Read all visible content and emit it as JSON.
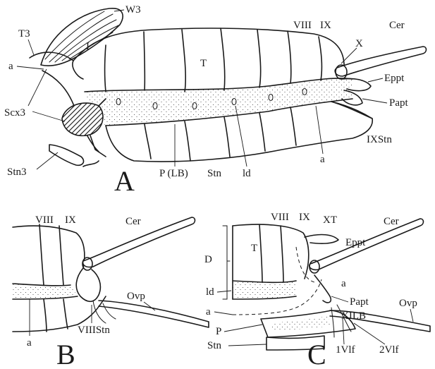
{
  "panels": {
    "a": {
      "letter": "A",
      "labels": {
        "w3": "W3",
        "t3": "T3",
        "a_left": "a",
        "i": "I",
        "scx3": "Scx3",
        "stn3": "Stn3",
        "t": "T",
        "viii": "VIII",
        "ix": "IX",
        "x": "X",
        "cer": "Cer",
        "eppt": "Eppt",
        "papt": "Papt",
        "ixstn": "IXStn",
        "a_right": "a",
        "p_lb": "P (LB)",
        "stn": "Stn",
        "ld": "ld"
      }
    },
    "b": {
      "letter": "B",
      "labels": {
        "viii": "VIII",
        "ix": "IX",
        "cer": "Cer",
        "ovp": "Ovp",
        "viiistn": "VIIIStn",
        "a": "a"
      }
    },
    "c": {
      "letter": "C",
      "labels": {
        "viii": "VIII",
        "ix": "IX",
        "xt": "XT",
        "eppt": "Eppt",
        "cer": "Cer",
        "t": "T",
        "d": "D",
        "a_upper": "a",
        "papt": "Papt",
        "xilb": "XILB",
        "ovp": "Ovp",
        "ld": "ld",
        "a_lower": "a",
        "p": "P",
        "stn": "Stn",
        "1vlf": "1Vlf",
        "2vlf": "2Vlf"
      }
    }
  }
}
